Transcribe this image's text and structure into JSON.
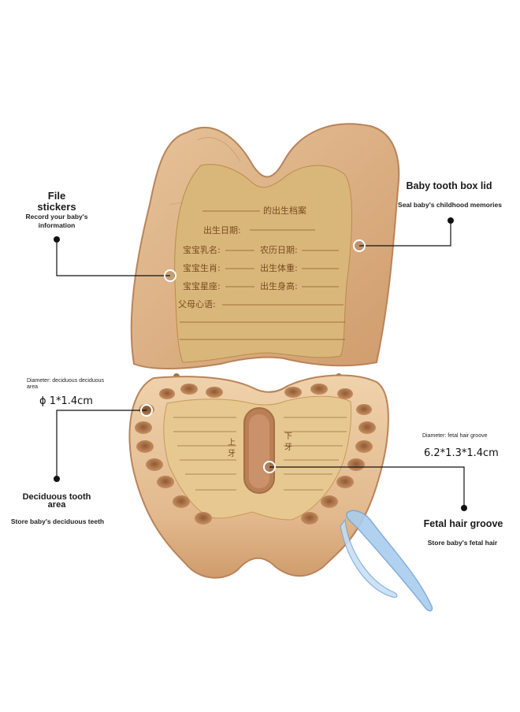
{
  "callouts": {
    "lid": {
      "title": "Baby tooth box lid",
      "desc": "Seal baby's childhood memories"
    },
    "stickers": {
      "title_line1": "File",
      "title_line2": "stickers",
      "desc_line1": "Record your baby's",
      "desc_line2": "information"
    },
    "deciduous": {
      "dim_caption": "Diameter: deciduous deciduous area",
      "dim_value": "ϕ 1*1.4cm",
      "title_line1": "Deciduous tooth",
      "title_line2": "area",
      "desc": "Store baby's deciduous teeth"
    },
    "fetal": {
      "dim_caption": "Diameter: fetal hair groove",
      "dim_value": "6.2*1.3*1.4cm",
      "title": "Fetal hair groove",
      "desc": "Store baby's fetal hair"
    }
  },
  "sticker_card": {
    "heading": "的出生档案",
    "birth_date": "出生日期:",
    "nickname": "宝宝乳名:",
    "lunar_date": "农历日期:",
    "zodiac": "宝宝生肖:",
    "weight": "出生体重:",
    "constellation": "宝宝星座:",
    "height": "出生身高:",
    "parents_words": "父母心语:"
  },
  "tray": {
    "upper_label": "上牙",
    "lower_label": "下牙"
  },
  "colors": {
    "wood_light": "#e9c9a0",
    "wood_mid": "#d8a878",
    "wood_dark": "#b9835a",
    "card": "#d8b67a",
    "card_ink": "#8a5a2c",
    "tweezer": "#9cc4ea",
    "line": "#111111"
  }
}
